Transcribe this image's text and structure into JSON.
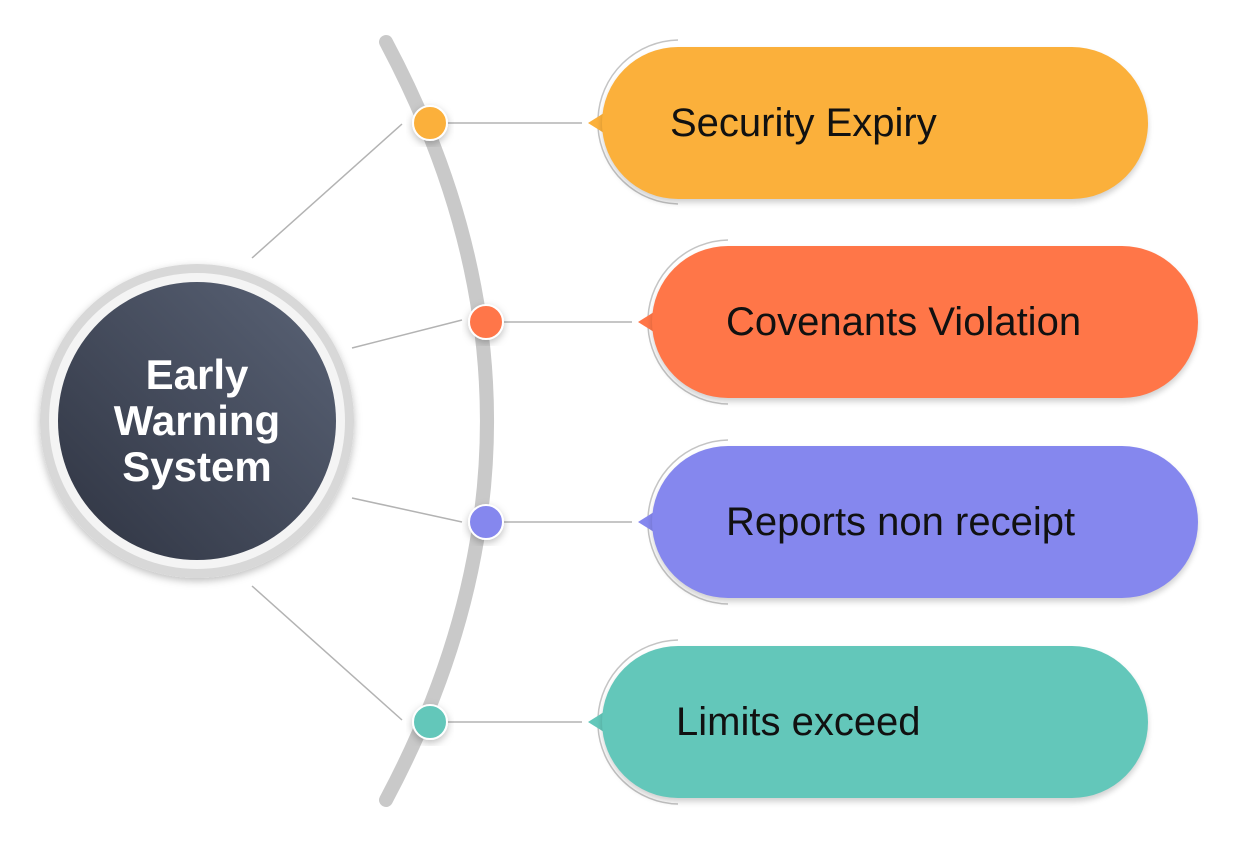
{
  "hub": {
    "lines": [
      "Early",
      "Warning",
      "System"
    ]
  },
  "items": [
    {
      "label": "Security Expiry",
      "color": "#fbb03b"
    },
    {
      "label": "Covenants Violation",
      "color": "#ff7648"
    },
    {
      "label": "Reports non receipt",
      "color": "#8587ee"
    },
    {
      "label": "Limits exceed",
      "color": "#63c7ba"
    }
  ],
  "colors": {
    "hub_dark": "#2f3442",
    "hub_light": "#525b6d",
    "arc": "#c9c9c9",
    "connector": "#b3b3b3"
  }
}
